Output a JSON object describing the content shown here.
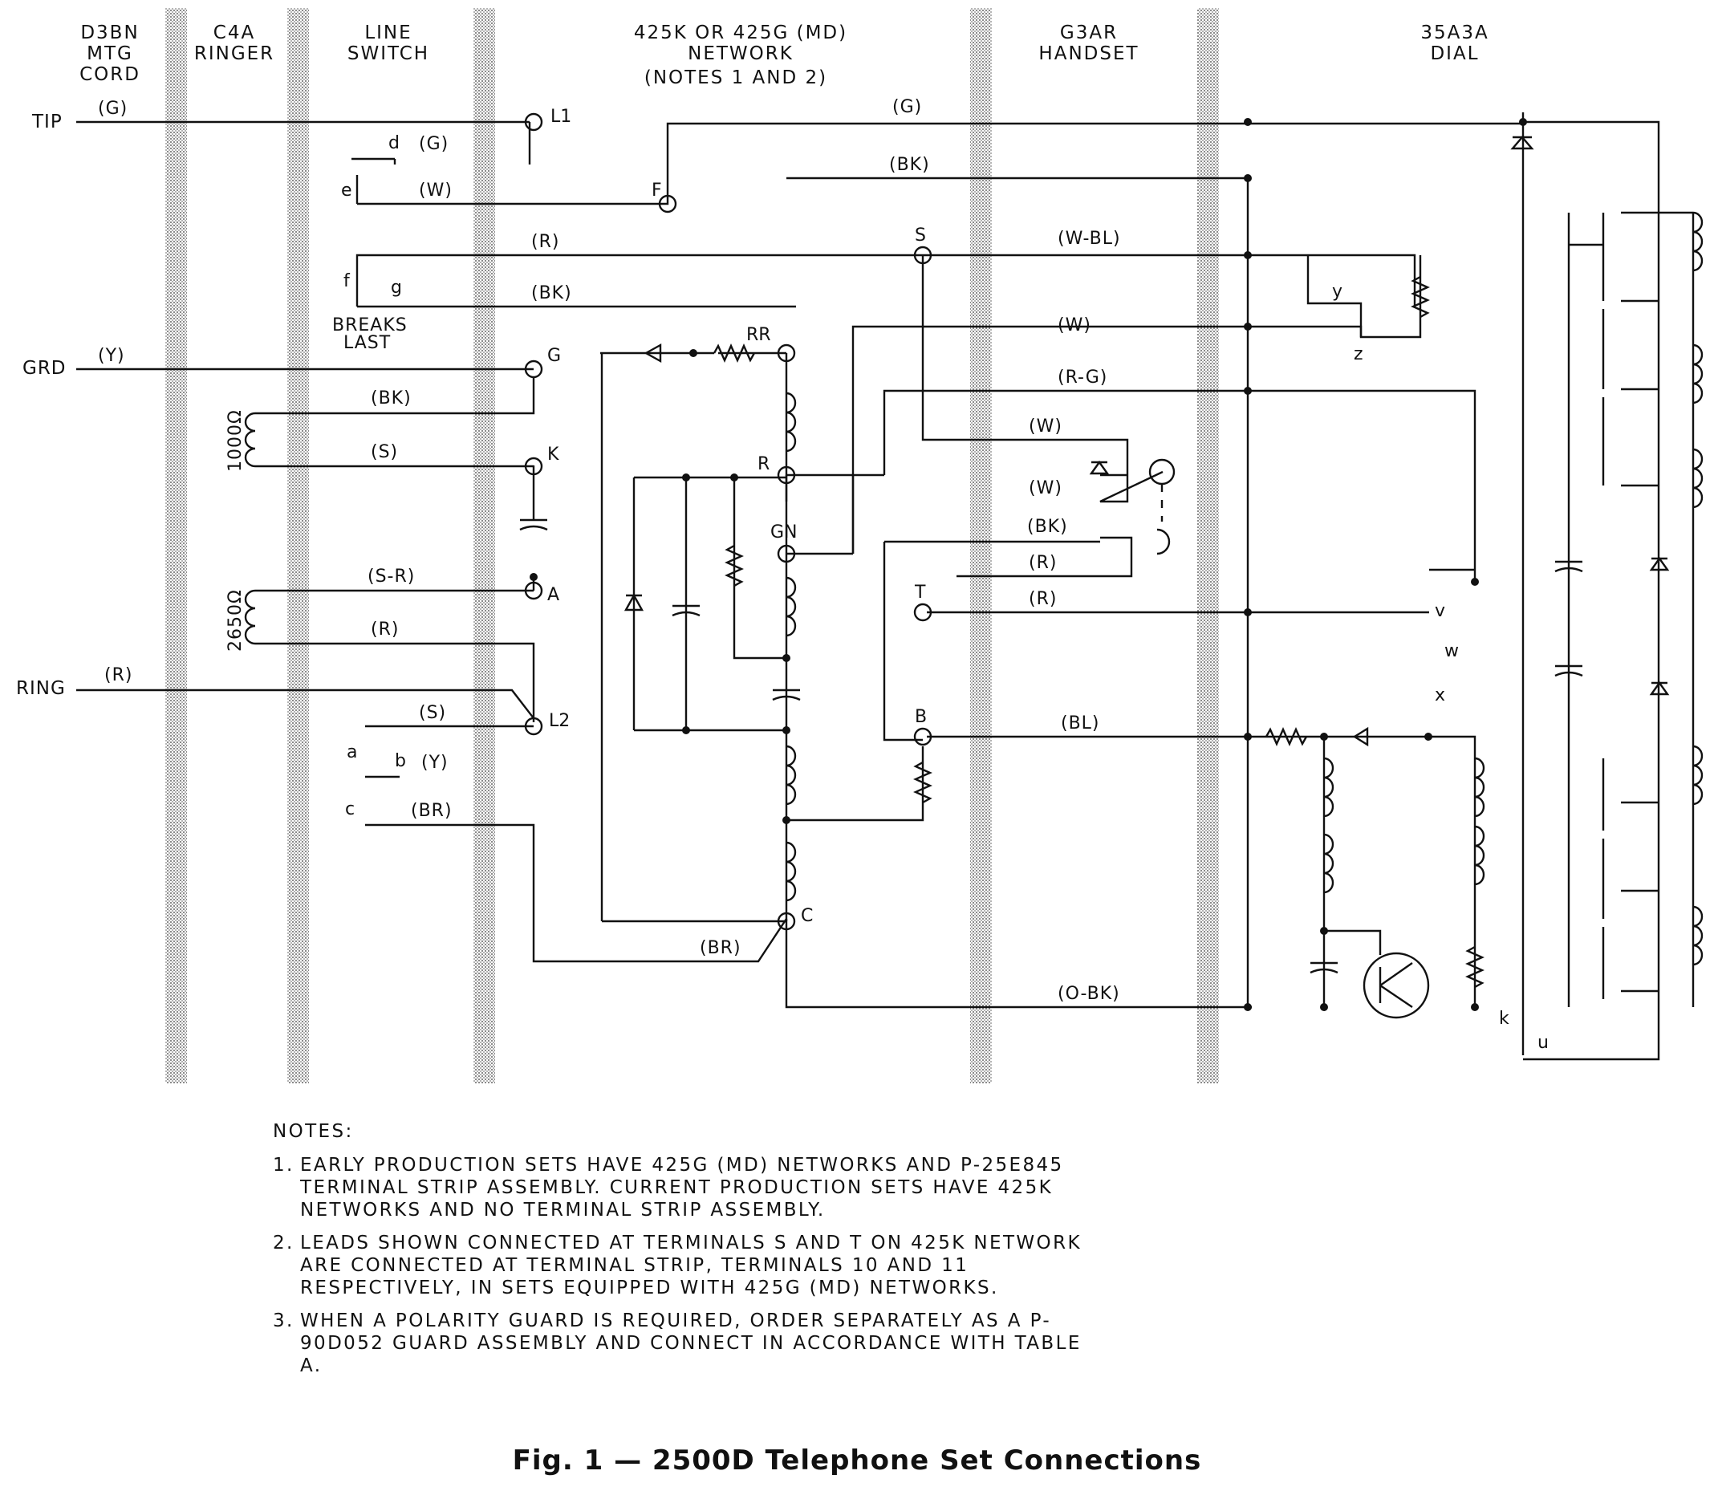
{
  "columns": [
    {
      "id": "cord",
      "lines": [
        "D3BN",
        "MTG",
        "CORD"
      ]
    },
    {
      "id": "ringer",
      "lines": [
        "C4A",
        "RINGER"
      ]
    },
    {
      "id": "switch",
      "lines": [
        "LINE",
        "SWITCH"
      ]
    },
    {
      "id": "network",
      "lines": [
        "425K OR 425G (MD)",
        "NETWORK",
        "(NOTES 1 AND 2)"
      ]
    },
    {
      "id": "handset",
      "lines": [
        "G3AR",
        "HANDSET"
      ]
    },
    {
      "id": "dial",
      "lines": [
        "35A3A",
        "DIAL"
      ]
    }
  ],
  "line_leads": {
    "tip": "TIP",
    "grd": "GRD",
    "ring": "RING"
  },
  "wire_colors": {
    "tip_g": "(G)",
    "grd_y": "(Y)",
    "ring_r": "(R)",
    "switch_d": "(G)",
    "switch_e": "(W)",
    "switch_f": "(R)",
    "switch_g": "(BK)",
    "ringer_top": "(BK)",
    "ringer_k": "(S)",
    "ringer_a": "(S-R)",
    "ringer_bot": "(R)",
    "switch_a": "(S)",
    "switch_b": "(Y)",
    "switch_c": "(BR)",
    "dial_g": "(G)",
    "dial_bk": "(BK)",
    "s_wbl": "(W-BL)",
    "gn_w": "(W)",
    "rg": "(R-G)",
    "rec_w1": "(W)",
    "rec_w2": "(W)",
    "tx_bk": "(BK)",
    "tx_r1": "(R)",
    "t_r": "(R)",
    "b_bl": "(BL)",
    "c_br": "(BR)",
    "obk": "(O-BK)"
  },
  "terminals": [
    "L1",
    "F",
    "S",
    "G",
    "RR",
    "R",
    "K",
    "GN",
    "A",
    "T",
    "L2",
    "B",
    "C"
  ],
  "contacts": [
    "d",
    "e",
    "f",
    "g",
    "a",
    "b",
    "c",
    "y",
    "z",
    "v",
    "w",
    "x",
    "k",
    "u"
  ],
  "annotations": {
    "breaks": "BREAKS",
    "last": "LAST",
    "r1000": "1000Ω",
    "r2650": "2650Ω"
  },
  "notes": {
    "heading": "NOTES:",
    "items": [
      {
        "num": "1.",
        "text": "EARLY PRODUCTION SETS HAVE 425G (MD) NETWORKS AND P-25E845 TERMINAL STRIP ASSEMBLY. CURRENT PRODUCTION SETS HAVE 425K NETWORKS AND NO TERMINAL STRIP ASSEMBLY."
      },
      {
        "num": "2.",
        "text": "LEADS SHOWN CONNECTED AT TERMINALS S AND T ON 425K NETWORK ARE CONNECTED AT TERMINAL STRIP, TERMINALS 10 AND 11 RESPECTIVELY, IN SETS EQUIPPED WITH 425G (MD) NETWORKS."
      },
      {
        "num": "3.",
        "text": "WHEN A POLARITY GUARD IS REQUIRED, ORDER SEPARATELY AS A P-90D052 GUARD ASSEMBLY AND CONNECT IN ACCORDANCE WITH TABLE A."
      }
    ]
  },
  "caption": "Fig. 1 — 2500D Telephone Set Connections"
}
